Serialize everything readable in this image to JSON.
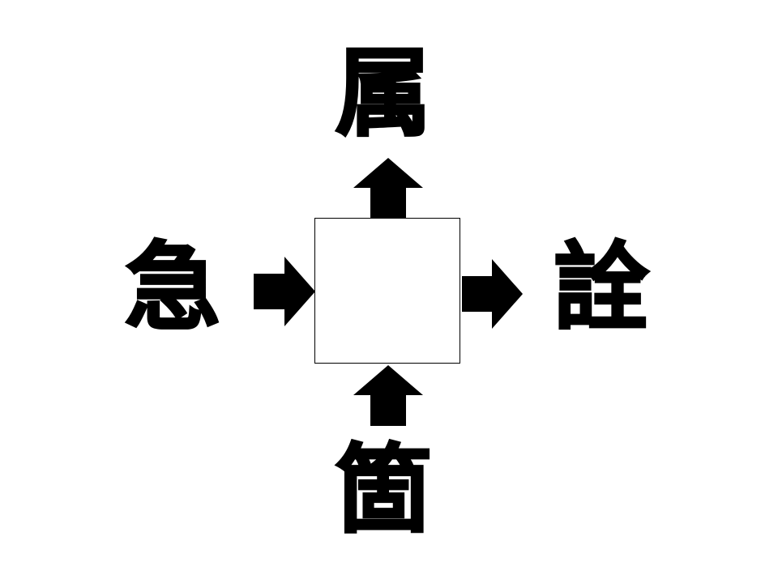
{
  "puzzle": {
    "top_char": "属",
    "left_char": "急",
    "right_char": "詮",
    "bottom_char": "箇",
    "answer_value": ""
  },
  "colors": {
    "ink": "#000000",
    "background": "#ffffff"
  }
}
